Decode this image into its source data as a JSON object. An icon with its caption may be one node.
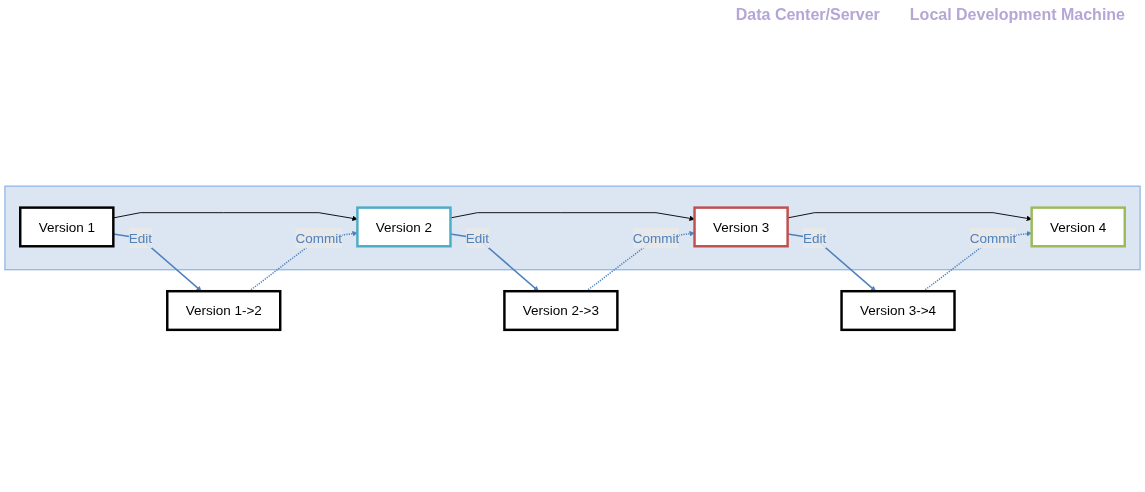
{
  "diagram": {
    "nodes": [
      {
        "text": [],
        "shape": "box"
      },
      {
        "text": [
          "Version 1"
        ],
        "in": 0
      },
      {
        "text": [
          "Version 2"
        ],
        "in": 0
      },
      {
        "text": [
          "Version 3"
        ],
        "in": 0
      },
      {
        "text": [
          "Version 4"
        ],
        "in": 0
      },
      {
        "text": [
          "Version 1->2"
        ]
      },
      {
        "text": [
          "Version 2->3"
        ]
      },
      {
        "text": [
          "Version 3->4"
        ]
      }
    ],
    "edges": [
      {
        "from": 1,
        "to": 2,
        "arrow": "to",
        "color": "#000000"
      },
      {
        "from": 2,
        "to": 3,
        "arrow": "to",
        "color": "#000000"
      },
      {
        "from": 3,
        "to": 4,
        "arrow": "to",
        "color": "#000000"
      },
      {
        "from": 1,
        "to": 5,
        "arrow": "to",
        "label": "Edit"
      },
      {
        "from": 5,
        "to": 2,
        "arrow": "to",
        "label": "Commit",
        "style": "dashed"
      },
      {
        "from": 2,
        "to": 6,
        "arrow": "to",
        "label": "Edit"
      },
      {
        "from": 6,
        "to": 3,
        "arrow": "to",
        "label": "Commit",
        "style": "dashed"
      },
      {
        "from": 3,
        "to": 7,
        "arrow": "to",
        "label": "Edit"
      },
      {
        "from": 7,
        "to": 4,
        "arrow": "to",
        "label": "Commit",
        "style": "dashed"
      }
    ],
    "labels": [
      "Data Center/Server",
      "Local Development Machine"
    ]
  }
}
